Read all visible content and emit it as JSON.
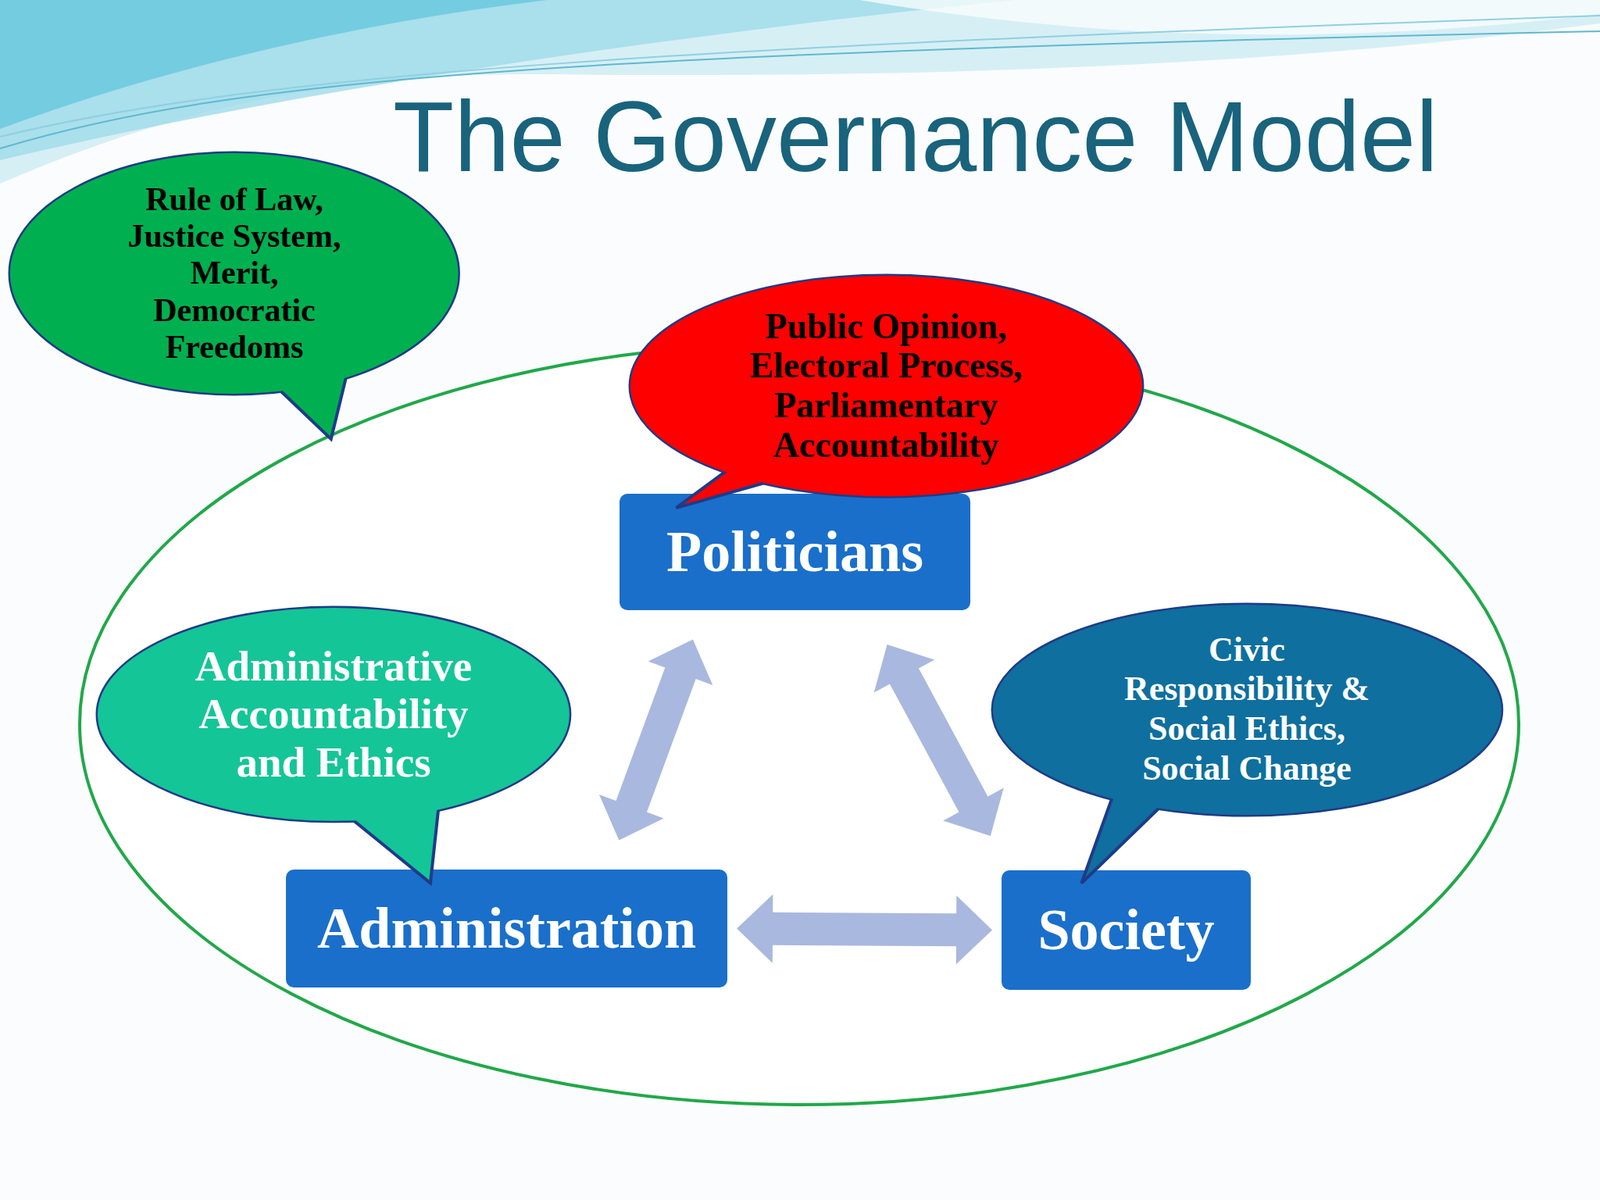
{
  "diagram": {
    "title": "The Governance Model",
    "nodes": [
      {
        "text": [
          "Rule of Law, Justice System, Merit, Democratic Freedoms"
        ]
      },
      {
        "text": [
          "Public Opinion, Electoral Process, Parliamentary Accountability"
        ]
      },
      {
        "text": [
          "Politicians"
        ]
      },
      {
        "text": [
          "Administrative Accountability and Ethics"
        ]
      },
      {
        "text": [
          "Civic Responsibility & Social Ethics, Social Change"
        ]
      },
      {
        "text": [
          "Administration"
        ]
      },
      {
        "text": [
          "Society"
        ]
      }
    ],
    "edges": [
      {
        "from": 2,
        "to": 5,
        "arrow": "both"
      },
      {
        "from": 2,
        "to": 6,
        "arrow": "both"
      },
      {
        "from": 5,
        "to": 6,
        "arrow": "both"
      }
    ]
  }
}
